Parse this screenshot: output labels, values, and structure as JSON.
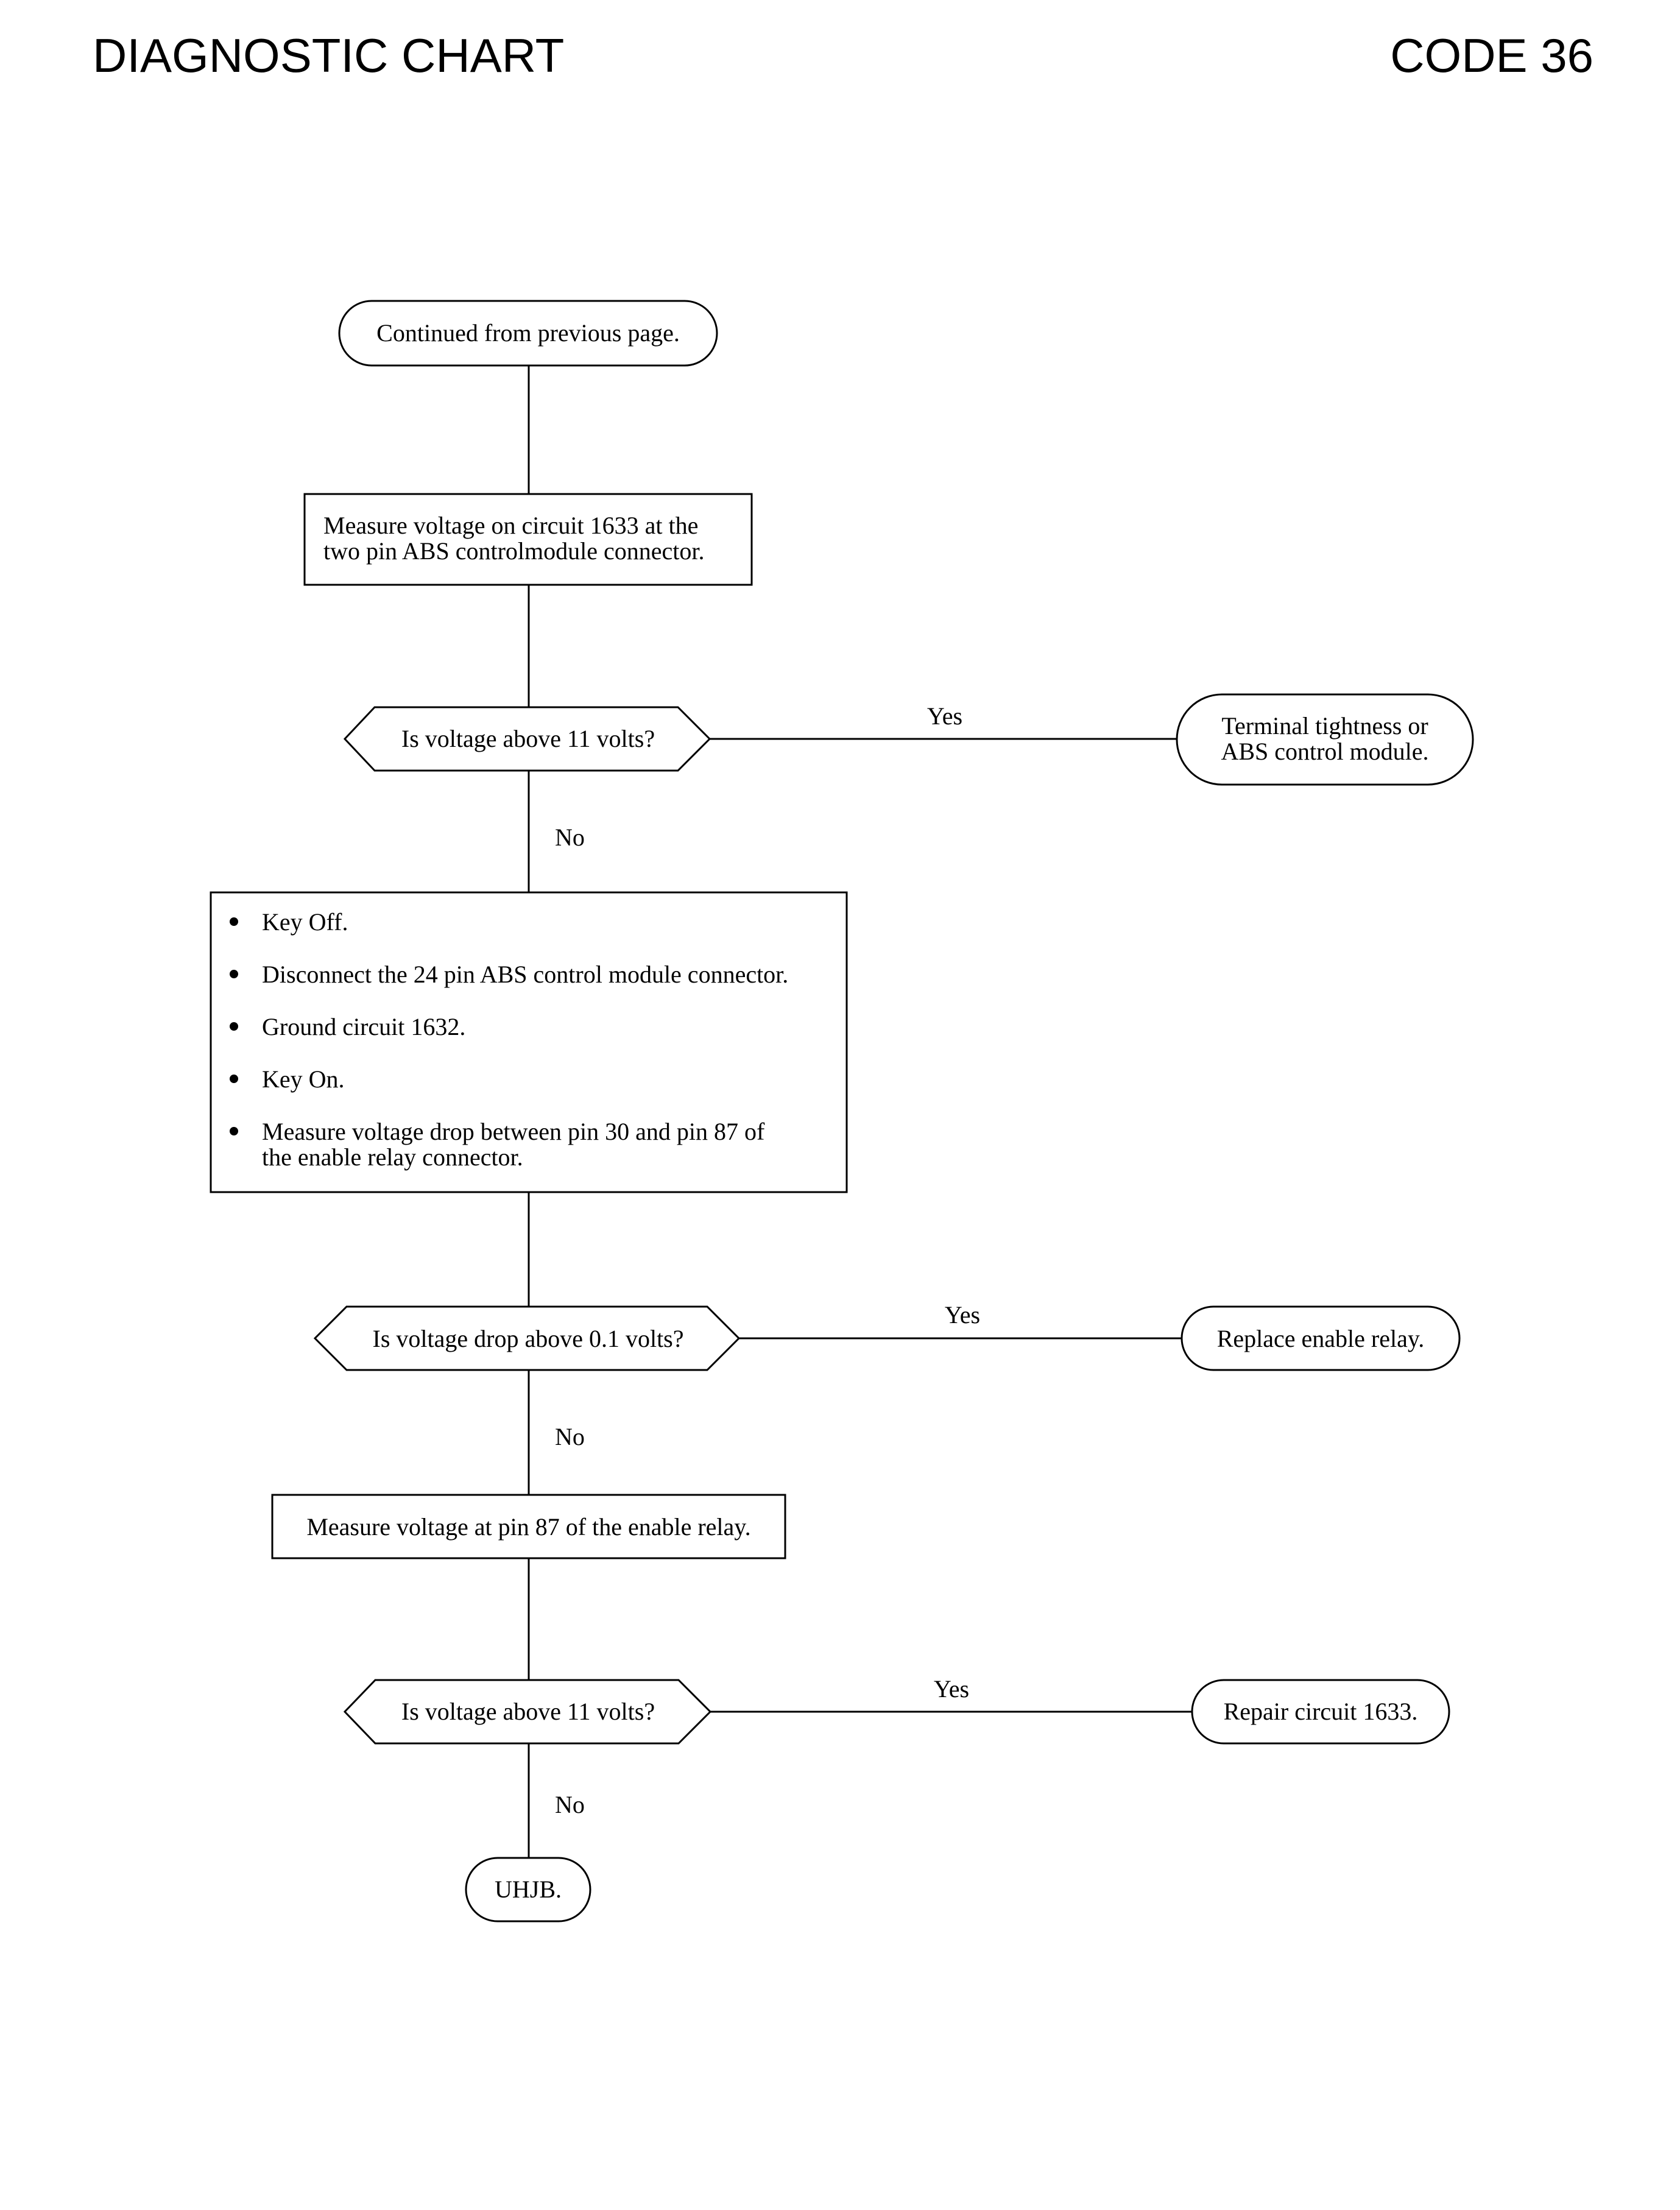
{
  "header": {
    "title": "DIAGNOSTIC CHART",
    "code": "CODE 36"
  },
  "nodes": {
    "start": "Continued from previous page.",
    "step1": [
      "Measure voltage on circuit 1633 at the",
      "two pin ABS controlmodule connector."
    ],
    "decision1": "Is voltage above 11 volts?",
    "result1": [
      "Terminal tightness or",
      "ABS control module."
    ],
    "step2": {
      "items": [
        [
          "Key Off."
        ],
        [
          "Disconnect the 24 pin ABS control module connector."
        ],
        [
          "Ground circuit 1632."
        ],
        [
          "Key On."
        ],
        [
          "Measure voltage drop between pin 30 and pin 87 of",
          "the enable relay connector."
        ]
      ]
    },
    "decision2": "Is voltage drop above 0.1 volts?",
    "result2": "Replace enable relay.",
    "step3": "Measure voltage at pin 87 of the enable relay.",
    "decision3": "Is voltage above 11 volts?",
    "result3": "Repair circuit 1633.",
    "end": "UHJB."
  },
  "labels": {
    "yes": "Yes",
    "no": "No"
  }
}
